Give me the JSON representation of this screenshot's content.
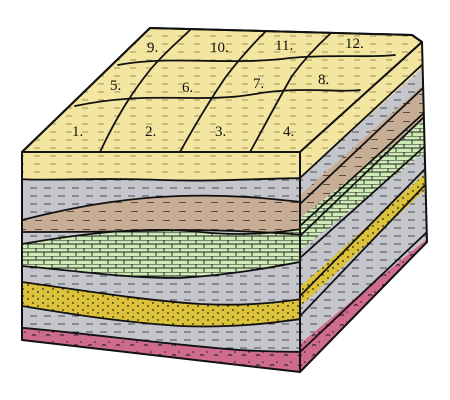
{
  "block_diagram": {
    "grid_labels": [
      "1.",
      "2.",
      "3.",
      "4.",
      "5.",
      "6.",
      "7.",
      "8.",
      "9.",
      "10.",
      "11.",
      "12."
    ],
    "layers": [
      {
        "name": "sandy-top",
        "color": "#f3e6a0"
      },
      {
        "name": "gray-shale",
        "color": "#c5c5cc"
      },
      {
        "name": "brown-mudstone",
        "color": "#c7ad96"
      },
      {
        "name": "green-limestone",
        "color": "#cdebb4"
      },
      {
        "name": "yellow-sandstone",
        "color": "#dcc238"
      },
      {
        "name": "pink-igneous",
        "color": "#cf6b8e"
      }
    ]
  }
}
